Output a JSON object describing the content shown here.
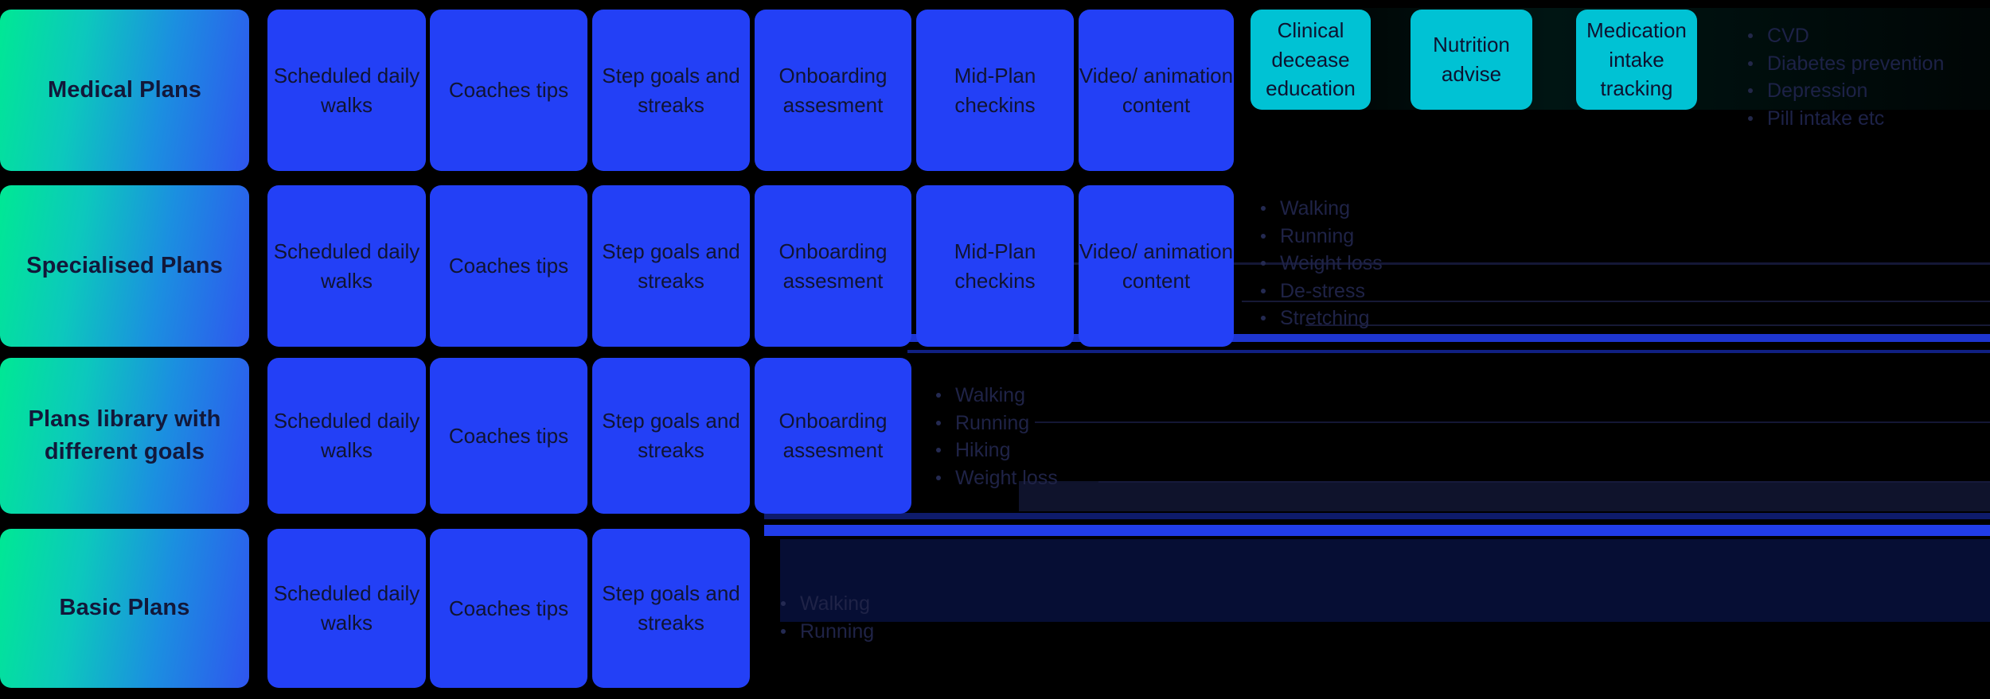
{
  "diagram": {
    "title": "Plan tiers feature matrix",
    "background": "#000000",
    "colors": {
      "label_gradient_start": "#00e894",
      "label_gradient_end": "#2f55ef",
      "feature_card": "#2340f6",
      "medical_card": "#00c2d4",
      "card_text": "#101432",
      "bullet_text": "#1f2347"
    }
  },
  "rows": [
    {
      "label": "Medical Plans",
      "features": [
        "Scheduled daily walks",
        "Coaches tips",
        "Step goals and streaks",
        "Onboarding assesment",
        "Mid-Plan checkins",
        "Video/ animation content"
      ],
      "medical": [
        "Clinical decease education",
        "Nutrition advise",
        "Medication intake tracking"
      ],
      "bullets": [
        "CVD",
        "Diabetes prevention",
        "Depression",
        "Pill intake etc"
      ]
    },
    {
      "label": "Specialised Plans",
      "features": [
        "Scheduled daily walks",
        "Coaches tips",
        "Step goals and streaks",
        "Onboarding assesment",
        "Mid-Plan checkins",
        "Video/ animation content"
      ],
      "medical": [],
      "bullets": [
        "Walking",
        "Running",
        "Weight loss",
        "De-stress",
        "Stretching"
      ]
    },
    {
      "label": "Plans library with different goals",
      "features": [
        "Scheduled daily walks",
        "Coaches tips",
        "Step goals and streaks",
        "Onboarding assesment"
      ],
      "medical": [],
      "bullets": [
        "Walking",
        "Running",
        "Hiking",
        "Weight loss"
      ]
    },
    {
      "label": "Basic Plans",
      "features": [
        "Scheduled daily walks",
        "Coaches tips",
        "Step goals and streaks"
      ],
      "medical": [],
      "bullets": [
        "Walking",
        "Running"
      ]
    }
  ]
}
